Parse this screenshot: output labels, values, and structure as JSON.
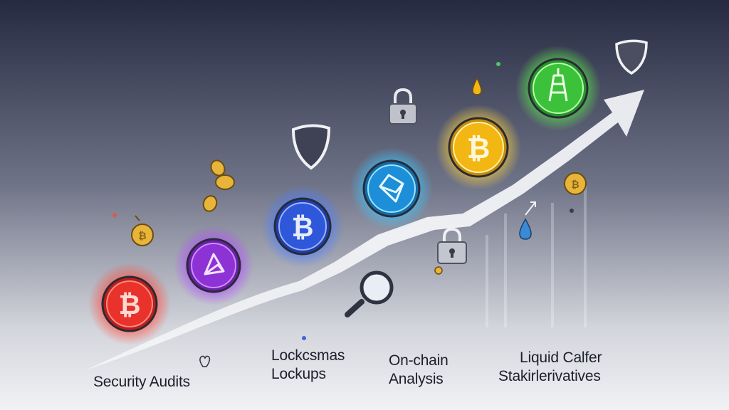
{
  "labels": {
    "security_audits": "Security Audits",
    "lockups_line1": "Lockcsmas",
    "lockups_line2": "Lockups",
    "onchain_line1": "On-chain",
    "onchain_line2": "Analysis",
    "liquid_line1": "Liquid Calfer",
    "liquid_line2": "Stakirlerivatives"
  },
  "coins": [
    {
      "color": "#e8322b",
      "glow": "#ff4a3a",
      "icon": "bitcoin-symbol"
    },
    {
      "color": "#8d33d6",
      "glow": "#b14cff",
      "icon": "ethereum-style-symbol"
    },
    {
      "color": "#2f57d9",
      "glow": "#4a7cff",
      "icon": "bitcoin-symbol"
    },
    {
      "color": "#1c8fd8",
      "glow": "#3cc6ff",
      "icon": "ethereum-style-symbol"
    },
    {
      "color": "#f2b713",
      "glow": "#ffd53a",
      "icon": "bitcoin-symbol"
    },
    {
      "color": "#3cc23a",
      "glow": "#5cf04a",
      "icon": "tower-symbol"
    }
  ],
  "colors": {
    "background_top": "#2a2e45",
    "background_bottom": "#f1f2f5",
    "arrow": "#f4f5f8",
    "shield": "#3e4254",
    "gold": "#e8b53a",
    "drop": "#3a8ad6"
  }
}
